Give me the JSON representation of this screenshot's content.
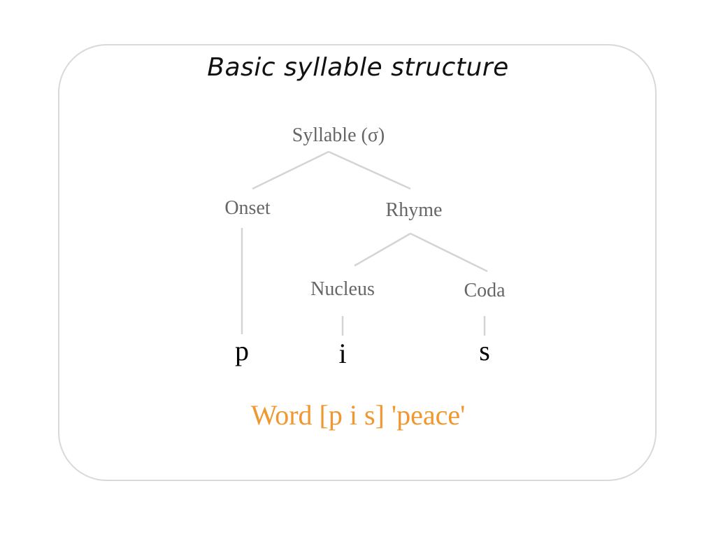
{
  "title": "Basic syllable structure",
  "tree": {
    "root": "Syllable (σ)",
    "onset": "Onset",
    "rhyme": "Rhyme",
    "nucleus": "Nucleus",
    "coda": "Coda"
  },
  "segments": {
    "onset": "p",
    "nucleus": "i",
    "coda": "s"
  },
  "caption": "Word [p i s] 'peace'",
  "colors": {
    "caption": "#f0972f",
    "node_text": "#666666",
    "edge": "#d4d4d4",
    "frame_border": "#d9d9d9"
  }
}
